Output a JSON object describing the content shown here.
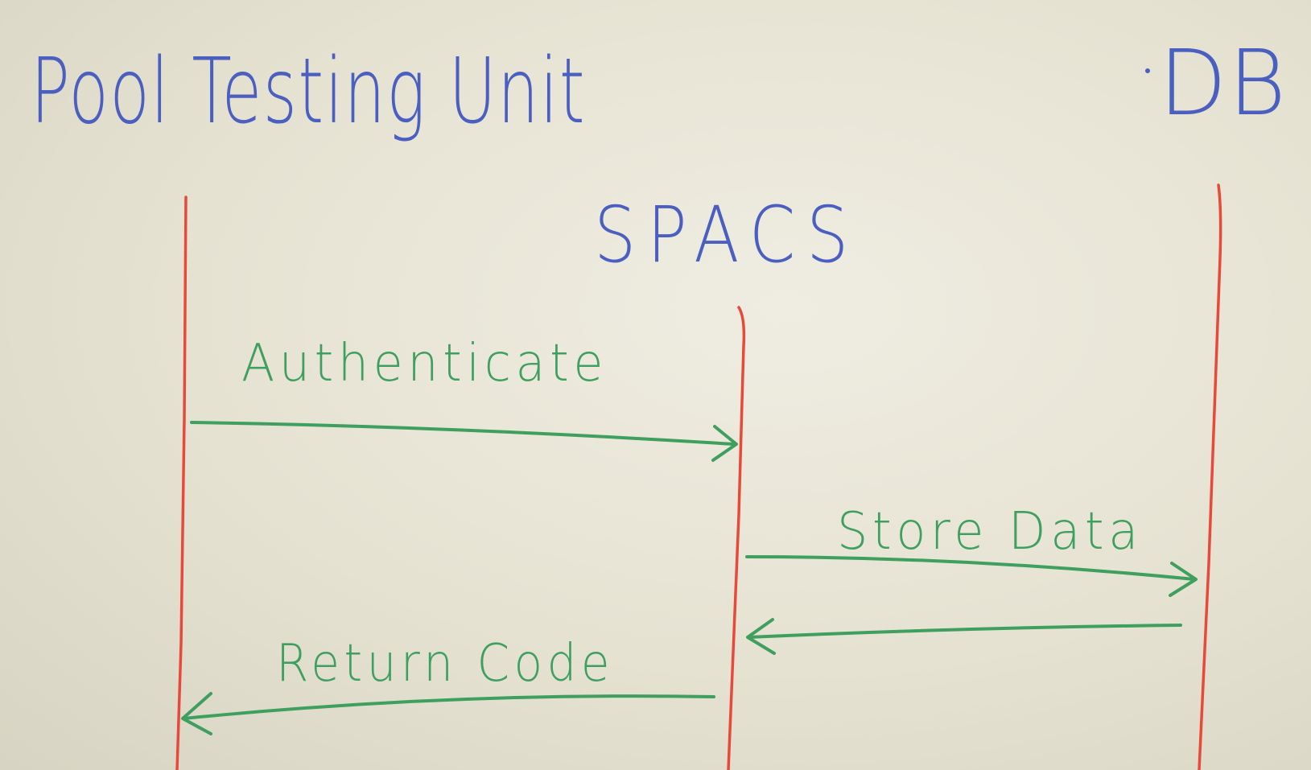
{
  "diagram": {
    "participants": {
      "left": "Pool Testing Unit",
      "middle": "SPACS",
      "right": "DB"
    },
    "messages": {
      "authenticate": "Authenticate",
      "store_data": "Store Data",
      "store_data_reply": "",
      "return_code": "Return Code"
    },
    "colors": {
      "participant_ink": "#4b5fc0",
      "lifeline_ink": "#e74a3a",
      "message_ink": "#3f9f5f",
      "board": "#e8e5d7"
    }
  }
}
